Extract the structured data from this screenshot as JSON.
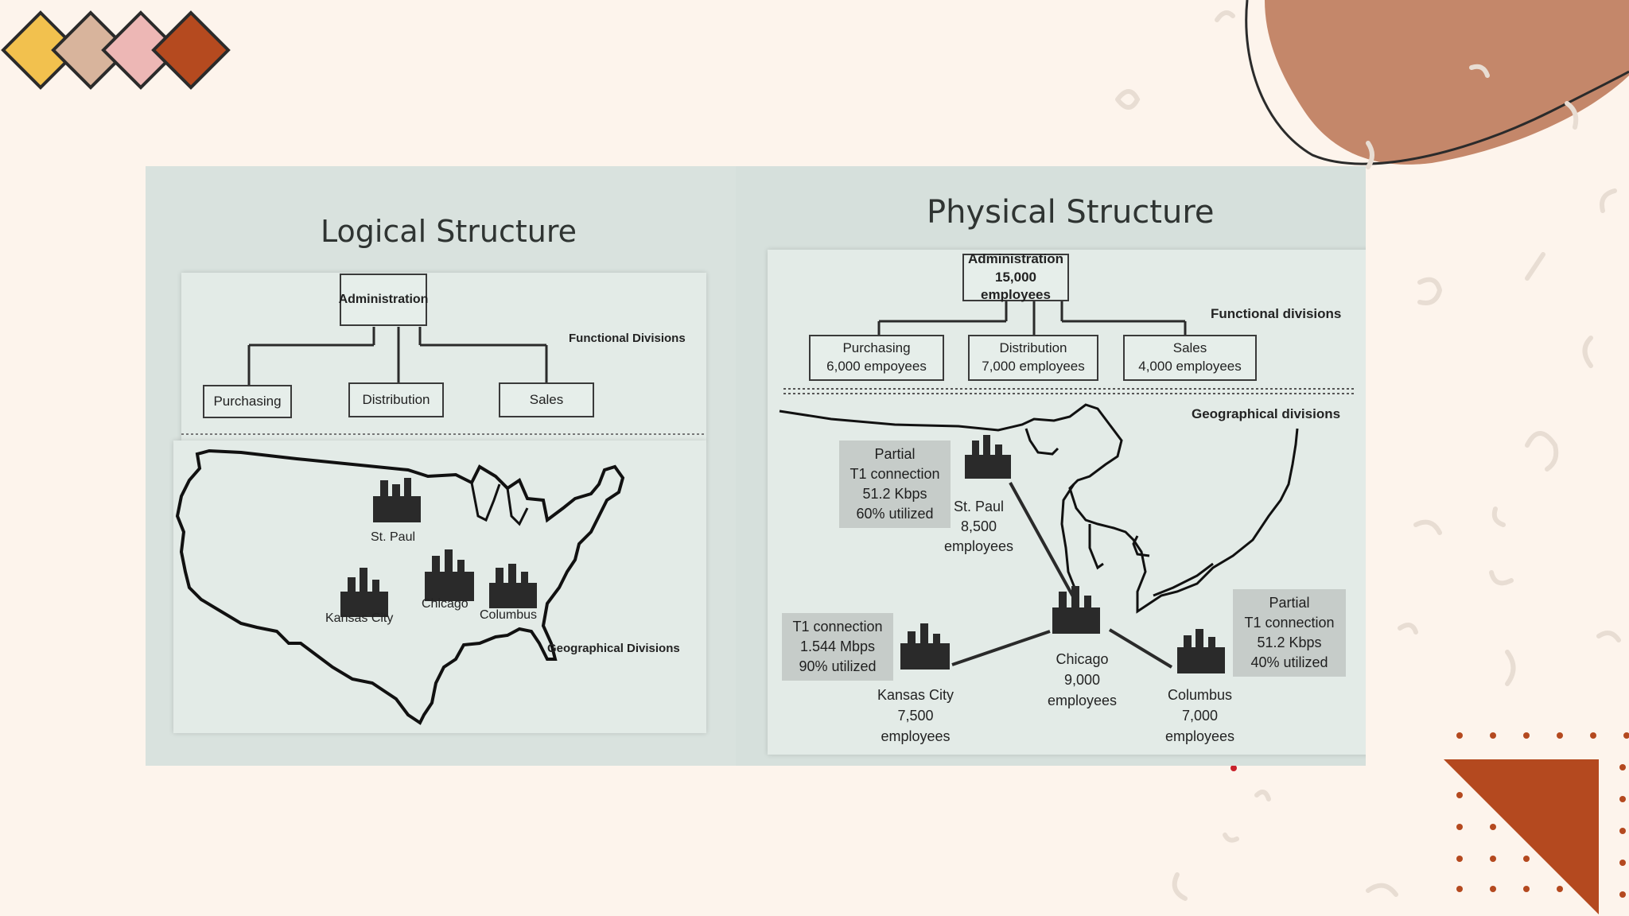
{
  "slide": {
    "palette": [
      "#f2c14e",
      "#d8b49c",
      "#edb7b5",
      "#b54a1f"
    ],
    "accent_brown": "#c4876a",
    "accent_rust": "#b4491f"
  },
  "logical": {
    "title": "Logical Structure",
    "admin": "Administration",
    "functional_label": "Functional Divisions",
    "geographical_label": "Geographical Divisions",
    "divisions": [
      "Purchasing",
      "Distribution",
      "Sales"
    ],
    "cities": [
      "St. Paul",
      "Kansas City",
      "Chicago",
      "Columbus"
    ]
  },
  "physical": {
    "title": "Physical Structure",
    "admin_line1": "Administration",
    "admin_line2": "15,000 employees",
    "functional_label": "Functional divisions",
    "geographical_label": "Geographical divisions",
    "divisions": [
      {
        "name": "Purchasing",
        "count": "6,000 empoyees"
      },
      {
        "name": "Distribution",
        "count": "7,000 employees"
      },
      {
        "name": "Sales",
        "count": "4,000 employees"
      }
    ],
    "cities": [
      {
        "name": "St. Paul",
        "count": "8,500",
        "unit": "employees"
      },
      {
        "name": "Chicago",
        "count": "9,000",
        "unit": "employees"
      },
      {
        "name": "Kansas City",
        "count": "7,500",
        "unit": "employees"
      },
      {
        "name": "Columbus",
        "count": "7,000",
        "unit": "employees"
      }
    ],
    "connections": [
      {
        "line1": "Partial",
        "line2": "T1 connection",
        "line3": "51.2 Kbps",
        "line4": "60% utilized"
      },
      {
        "line1": "T1 connection",
        "line2": "1.544 Mbps",
        "line3": "90% utilized"
      },
      {
        "line1": "Partial",
        "line2": "T1 connection",
        "line3": "51.2 Kbps",
        "line4": "40% utilized"
      }
    ]
  }
}
